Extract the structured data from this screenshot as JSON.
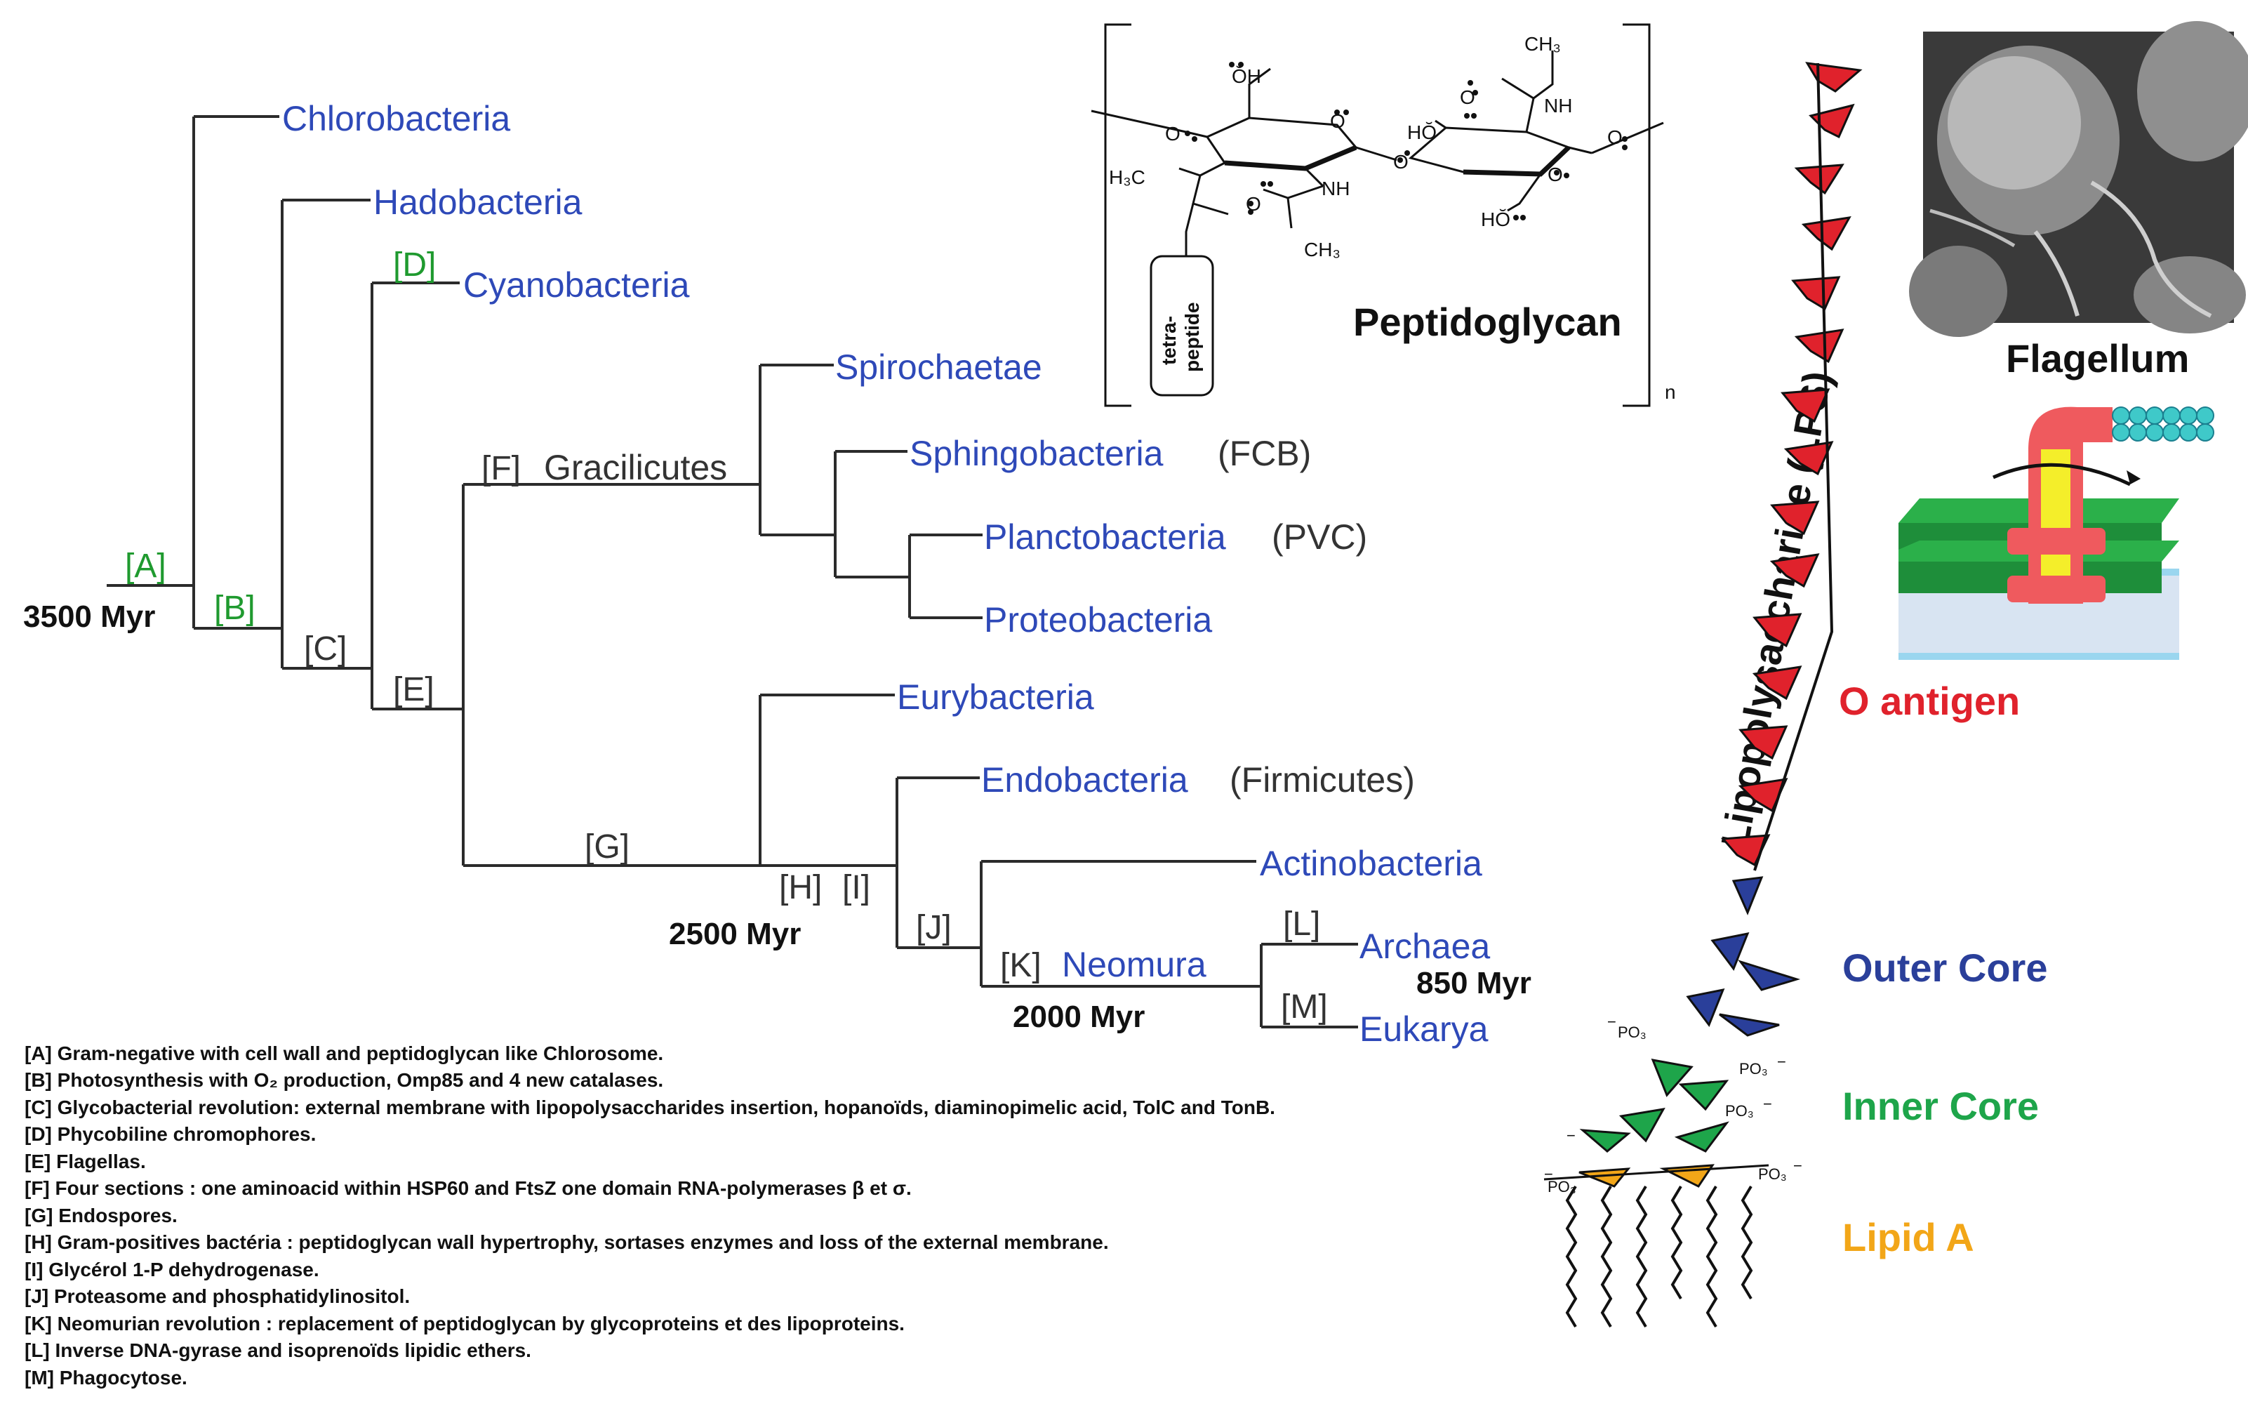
{
  "tree": {
    "taxa": {
      "chlorobacteria": "Chlorobacteria",
      "hadobacteria": "Hadobacteria",
      "cyanobacteria": "Cyanobacteria",
      "spirochaetae": "Spirochaetae",
      "sphingobacteria": "Sphingobacteria",
      "sphingobacteria_note": "(FCB)",
      "planctobacteria": "Planctobacteria",
      "planctobacteria_note": "(PVC)",
      "proteobacteria": "Proteobacteria",
      "eurybacteria": "Eurybacteria",
      "endobacteria": "Endobacteria",
      "endobacteria_note": "(Firmicutes)",
      "actinobacteria": "Actinobacteria",
      "archaea": "Archaea",
      "eukarya": "Eukarya",
      "gracilicutes": "Gracilicutes",
      "neomura": "Neomura"
    },
    "markers": {
      "a": "[A]",
      "b": "[B]",
      "c": "[C]",
      "d": "[D]",
      "e": "[E]",
      "f": "[F]",
      "g": "[G]",
      "h": "[H]",
      "i": "[I]",
      "j": "[J]",
      "k": "[K]",
      "l": "[L]",
      "m": "[M]"
    },
    "times": {
      "t3500": "3500 Myr",
      "t2500": "2500 Myr",
      "t2000": "2000 Myr",
      "t850": "850 Myr"
    }
  },
  "legend": [
    "[A] Gram-negative with cell wall and peptidoglycan like Chlorosome.",
    "[B] Photosynthesis with O₂ production, Omp85 and 4 new catalases.",
    "[C] Glycobacterial revolution: external membrane with lipopolysaccharides insertion, hopanoïds, diaminopimelic acid, TolC and TonB.",
    "[D] Phycobiline chromophores.",
    "[E] Flagellas.",
    "[F] Four sections : one aminoacid within HSP60 and FtsZ one domain RNA-polymerases β et σ.",
    "[G] Endospores.",
    "[H] Gram-positives bactéria : peptidoglycan wall hypertrophy, sortases enzymes and  loss of the external membrane.",
    "[I] Glycérol 1-P dehydrogenase.",
    "[J] Proteasome and phosphatidylinositol.",
    "[K] Neomurian revolution : replacement of peptidoglycan by glycoproteins et des lipoproteins.",
    "[L] Inverse DNA-gyrase and isoprenoïds lipidic ethers.",
    "[M] Phagocytose."
  ],
  "peptidoglycan": {
    "title": "Peptidoglycan",
    "subscript": "n",
    "tetra_line1": "tetra-",
    "tetra_line2": "peptide",
    "ch3_top": "CH₃",
    "nh_right": "NH",
    "oh_top": "ŎH",
    "ho_mid": "HŎ",
    "ho_bottom": "HŎ",
    "h3c": "H₃C",
    "nh_left": "NH",
    "ch3_bottom": "CH₃"
  },
  "flagellum": {
    "title": "Flagellum"
  },
  "lps": {
    "axis_label": "Lipopolysaccharide (LPS)",
    "o_antigen": "O antigen",
    "outer_core": "Outer Core",
    "inner_core": "Inner Core",
    "lipid_a": "Lipid A",
    "po3": "PO₃",
    "minus": "−"
  },
  "colors": {
    "taxon_blue": "#2e49b8",
    "marker_green": "#1f9a2f",
    "o_antigen_red": "#e0222c",
    "outer_core_blue": "#2a3f9a",
    "inner_core_green": "#1ea54a",
    "lipid_a_orange": "#f2a618"
  }
}
